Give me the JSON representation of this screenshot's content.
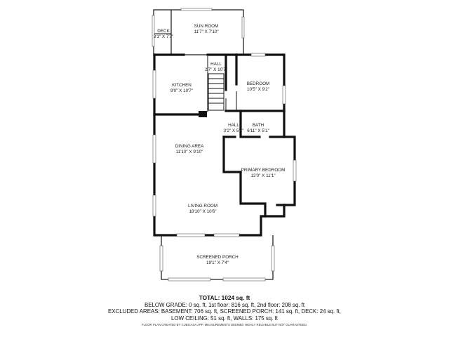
{
  "rooms": {
    "sun_room": {
      "name": "SUN ROOM",
      "dims": "11'7\" X 7'10\""
    },
    "deck": {
      "name": "DECK",
      "dims": "3'1\" X 7'7\""
    },
    "hall_upper": {
      "name": "HALL",
      "dims": "2'7\" X 10'7\""
    },
    "kitchen": {
      "name": "KITCHEN",
      "dims": "9'0\" X 10'7\""
    },
    "bedroom": {
      "name": "BEDROOM",
      "dims": "10'5\" X 9'2\""
    },
    "hall_lower": {
      "name": "HALL",
      "dims": "3'2\" X 5'1\""
    },
    "bath": {
      "name": "BATH",
      "dims": "6'11\" X 5'1\""
    },
    "dining_area": {
      "name": "DINING AREA",
      "dims": "11'10\" X 9'10\""
    },
    "primary_bedroom": {
      "name": "PRIMARY BEDROOM",
      "dims": "12'0\" X 11'1\""
    },
    "living_room": {
      "name": "LIVING ROOM",
      "dims": "18'10\" X 10'6\""
    },
    "screened_porch": {
      "name": "SCREENED PORCH",
      "dims": "19'1\" X 7'4\""
    }
  },
  "summary": {
    "total": "TOTAL: 1024 sq. ft",
    "below_grade": "BELOW GRADE: 0 sq. ft, 1st floor: 816 sq. ft, 2nd floor: 208 sq. ft",
    "excluded": "EXCLUDED AREAS: BASEMENT: 706 sq. ft, SCREENED PORCH: 141 sq. ft, DECK: 24 sq. ft,",
    "low_ceiling": "LOW CEILING: 51 sq. ft, WALLS: 175 sq. ft",
    "disclaimer": "FLOOR PLAN CREATED BY CUBICASA APP. MEASUREMENTS DEEMED HIGHLY RELIABLE BUT NOT GUARANTEED."
  }
}
